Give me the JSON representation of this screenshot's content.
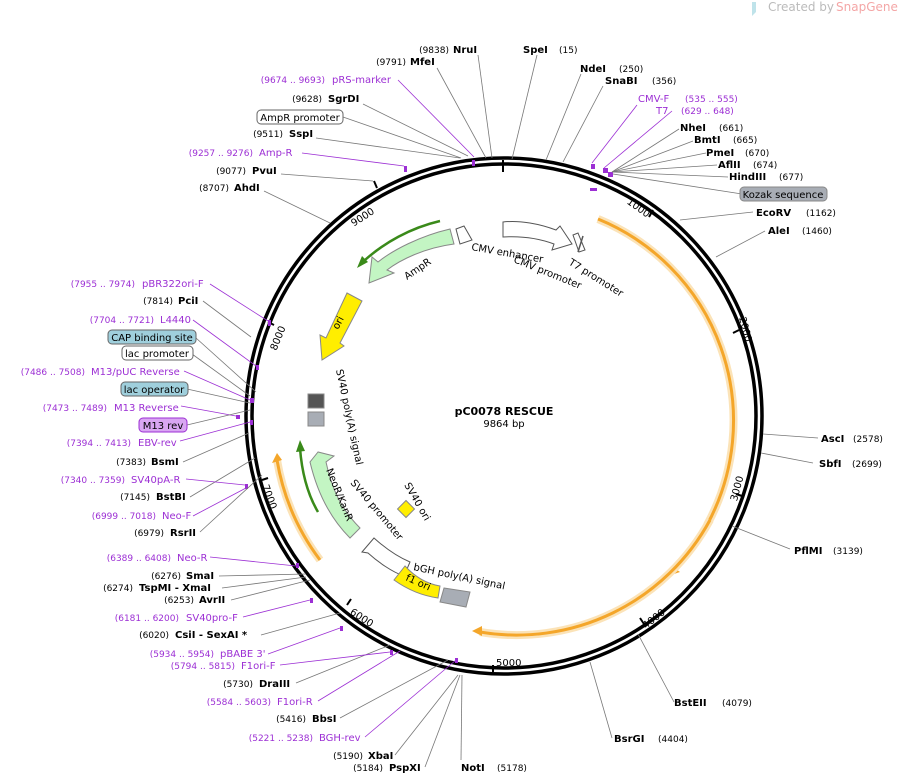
{
  "credit": {
    "prefix": "Created by",
    "brand": "SnapGene"
  },
  "plasmid": {
    "name": "pC0078 RESCUE",
    "length_label": "9864 bp"
  },
  "ticks": [
    "1000",
    "2000",
    "3000",
    "4000",
    "5000",
    "6000",
    "7000",
    "8000",
    "9000"
  ],
  "features_inner": [
    {
      "label": "CMV enhancer"
    },
    {
      "label": "CMV promoter"
    },
    {
      "label": "T7 promoter"
    },
    {
      "label": "AmpR"
    },
    {
      "label": "ori"
    },
    {
      "label": "SV40 poly(A) signal"
    },
    {
      "label": "NeoR/KanR"
    },
    {
      "label": "SV40 promoter"
    },
    {
      "label": "SV40 ori"
    },
    {
      "label": "f1 ori"
    },
    {
      "label": "bGH poly(A) signal"
    }
  ],
  "sites": [
    {
      "name": "NruI",
      "pos": "(9838)"
    },
    {
      "name": "SpeI",
      "pos": "(15)"
    },
    {
      "name": "MfeI",
      "pos": "(9791)"
    },
    {
      "name": "NdeI",
      "pos": "(250)"
    },
    {
      "name": "SnaBI",
      "pos": "(356)"
    },
    {
      "name": "SgrDI",
      "pos": "(9628)"
    },
    {
      "name": "SspI",
      "pos": "(9511)"
    },
    {
      "name": "NheI",
      "pos": "(661)"
    },
    {
      "name": "BmtI",
      "pos": "(665)"
    },
    {
      "name": "PmeI",
      "pos": "(670)"
    },
    {
      "name": "AflII",
      "pos": "(674)"
    },
    {
      "name": "HindIII",
      "pos": "(677)"
    },
    {
      "name": "PvuI",
      "pos": "(9077)"
    },
    {
      "name": "AhdI",
      "pos": "(8707)"
    },
    {
      "name": "EcoRV",
      "pos": "(1162)"
    },
    {
      "name": "AleI",
      "pos": "(1460)"
    },
    {
      "name": "PciI",
      "pos": "(7814)"
    },
    {
      "name": "BsmI",
      "pos": "(7383)"
    },
    {
      "name": "BstBI",
      "pos": "(7145)"
    },
    {
      "name": "RsrII",
      "pos": "(6979)"
    },
    {
      "name": "AscI",
      "pos": "(2578)"
    },
    {
      "name": "SbfI",
      "pos": "(2699)"
    },
    {
      "name": "PflMI",
      "pos": "(3139)"
    },
    {
      "name": "SmaI",
      "pos": "(6276)"
    },
    {
      "name": "TspMI - XmaI",
      "pos": "(6274)"
    },
    {
      "name": "AvrII",
      "pos": "(6253)"
    },
    {
      "name": "CsiI - SexAI *",
      "pos": "(6020)"
    },
    {
      "name": "DraIII",
      "pos": "(5730)"
    },
    {
      "name": "BbsI",
      "pos": "(5416)"
    },
    {
      "name": "XbaI",
      "pos": "(5190)"
    },
    {
      "name": "PspXI",
      "pos": "(5184)"
    },
    {
      "name": "NotI",
      "pos": "(5178)"
    },
    {
      "name": "BstEII",
      "pos": "(4079)"
    },
    {
      "name": "BsrGI",
      "pos": "(4404)"
    }
  ],
  "primers": [
    {
      "name": "pRS-marker",
      "pos": "(9674 .. 9693)"
    },
    {
      "name": "CMV-F",
      "pos": "(535 .. 555)"
    },
    {
      "name": "T7",
      "pos": "(629 .. 648)"
    },
    {
      "name": "Amp-R",
      "pos": "(9257 .. 9276)"
    },
    {
      "name": "pBR322ori-F",
      "pos": "(7955 .. 7974)"
    },
    {
      "name": "L4440",
      "pos": "(7704 .. 7721)"
    },
    {
      "name": "M13/pUC Reverse",
      "pos": "(7486 .. 7508)"
    },
    {
      "name": "M13 Reverse",
      "pos": "(7473 .. 7489)"
    },
    {
      "name": "EBV-rev",
      "pos": "(7394 .. 7413)"
    },
    {
      "name": "SV40pA-R",
      "pos": "(7340 .. 7359)"
    },
    {
      "name": "Neo-F",
      "pos": "(6999 .. 7018)"
    },
    {
      "name": "Neo-R",
      "pos": "(6389 .. 6408)"
    },
    {
      "name": "SV40pro-F",
      "pos": "(6181 .. 6200)"
    },
    {
      "name": "pBABE 3'",
      "pos": "(5934 .. 5954)"
    },
    {
      "name": "F1ori-F",
      "pos": "(5794 .. 5815)"
    },
    {
      "name": "F1ori-R",
      "pos": "(5584 .. 5603)"
    },
    {
      "name": "BGH-rev",
      "pos": "(5221 .. 5238)"
    }
  ],
  "boxed": [
    {
      "label": "AmpR promoter",
      "style": "white"
    },
    {
      "label": "Kozak sequence",
      "style": "gray"
    },
    {
      "label": "CAP binding site",
      "style": "teal"
    },
    {
      "label": "lac promoter",
      "style": "white"
    },
    {
      "label": "lac operator",
      "style": "teal"
    },
    {
      "label": "M13 rev",
      "style": "purple"
    }
  ],
  "colors": {
    "orange": "#f4a62a",
    "orange_glow": "#fbe3b8",
    "green": "#c3f5c3",
    "green_stroke": "#3a8a1a",
    "yellow": "#ffee00",
    "gray": "#a8adb5",
    "teal": "#9fcfdc",
    "purple_box": "#d9a6f2",
    "primer": "#9c2fd4"
  }
}
